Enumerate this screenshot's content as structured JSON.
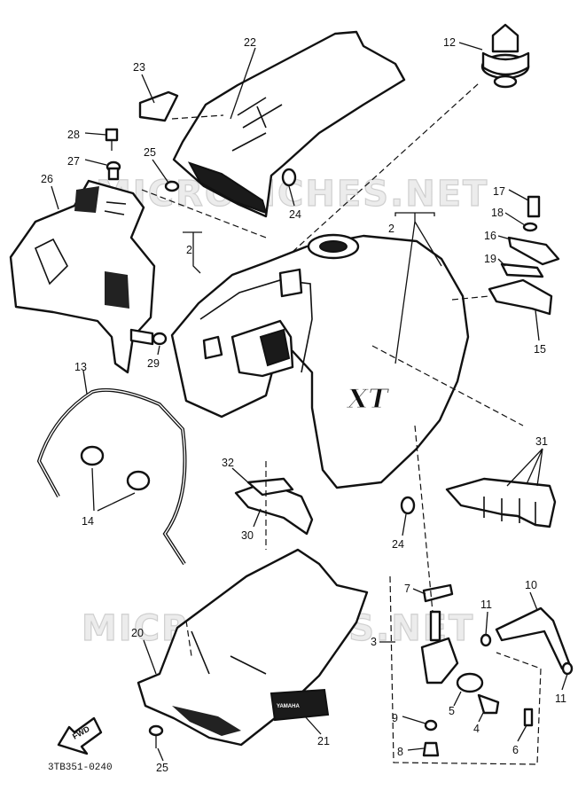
{
  "diagram": {
    "figure_code": "3TB351-0240",
    "watermarks": [
      "MICROFICHES.NET",
      "MICROFICHES.NET"
    ],
    "tank_logo": "XT",
    "forward_label": "FWD",
    "emblem_text": "YAMAHA",
    "callouts": [
      "22",
      "23",
      "12",
      "28",
      "25",
      "27",
      "26",
      "24",
      "17",
      "18",
      "2",
      "2",
      "16",
      "19",
      "15",
      "29",
      "13",
      "14",
      "31",
      "32",
      "30",
      "24",
      "20",
      "7",
      "10",
      "11",
      "11",
      "3",
      "5",
      "4",
      "9",
      "6",
      "8",
      "21",
      "25"
    ]
  }
}
